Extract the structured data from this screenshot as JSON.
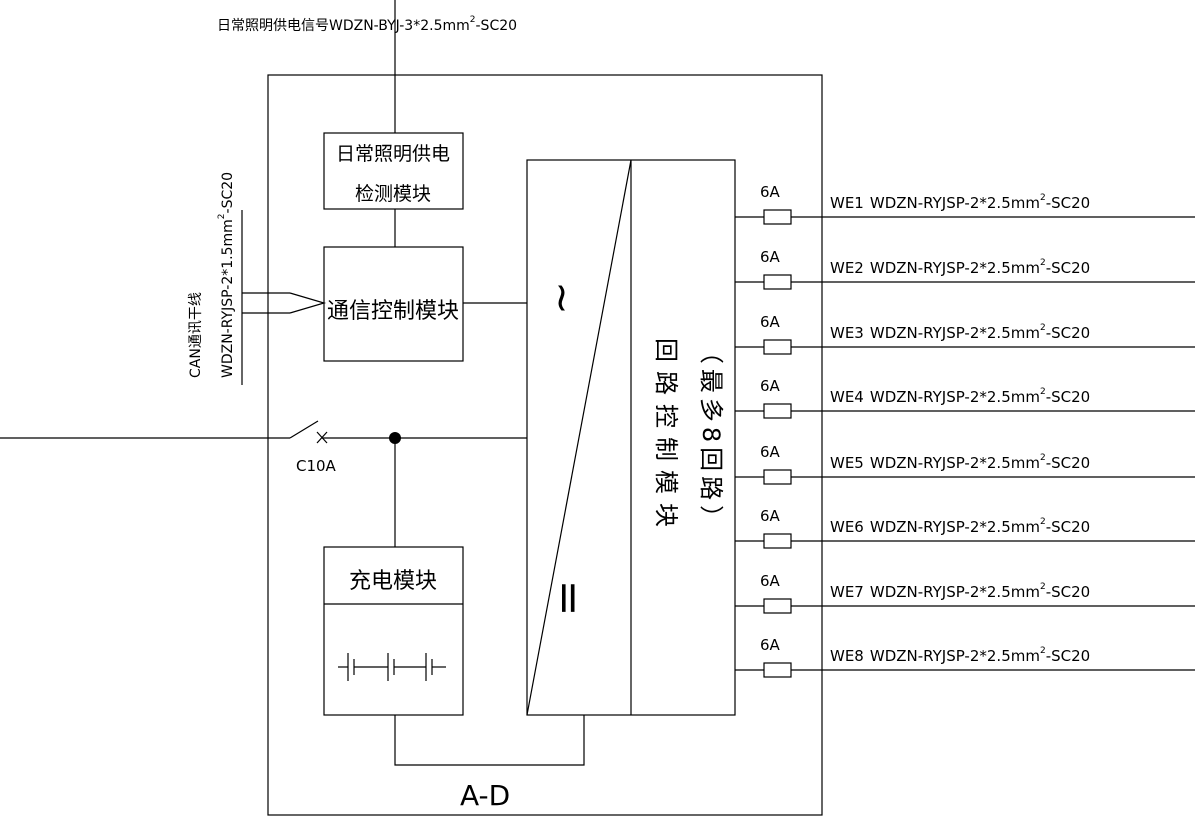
{
  "panel": {
    "label": "A-D"
  },
  "incoming": {
    "signal_label": "日常照明供电信号WDZN-BYJ-3*2.5mm",
    "signal_sup": "2",
    "signal_suffix": "-SC20",
    "can_label": "CAN通讯干线",
    "can_cable": "WDZN-RYJSP-2*1.5mm",
    "can_sup": "2",
    "can_suffix": "-SC20",
    "breaker_label": "C10A"
  },
  "modules": {
    "detect_line1": "日常照明供电",
    "detect_line2": "检测模块",
    "comm": "通信控制模块",
    "charge": "充电模块",
    "loop_control": "回路控制模块",
    "loop_note": "（最多8回路）",
    "inverter_ac": "~",
    "inverter_dc": "="
  },
  "circuits": [
    {
      "fuse": "6A",
      "id": "WE1",
      "cable": "WDZN-RYJSP-2*2.5mm",
      "sup": "2",
      "suffix": "-SC20"
    },
    {
      "fuse": "6A",
      "id": "WE2",
      "cable": "WDZN-RYJSP-2*2.5mm",
      "sup": "2",
      "suffix": "-SC20"
    },
    {
      "fuse": "6A",
      "id": "WE3",
      "cable": "WDZN-RYJSP-2*2.5mm",
      "sup": "2",
      "suffix": "-SC20"
    },
    {
      "fuse": "6A",
      "id": "WE4",
      "cable": "WDZN-RYJSP-2*2.5mm",
      "sup": "2",
      "suffix": "-SC20"
    },
    {
      "fuse": "6A",
      "id": "WE5",
      "cable": "WDZN-RYJSP-2*2.5mm",
      "sup": "2",
      "suffix": "-SC20"
    },
    {
      "fuse": "6A",
      "id": "WE6",
      "cable": "WDZN-RYJSP-2*2.5mm",
      "sup": "2",
      "suffix": "-SC20"
    },
    {
      "fuse": "6A",
      "id": "WE7",
      "cable": "WDZN-RYJSP-2*2.5mm",
      "sup": "2",
      "suffix": "-SC20"
    },
    {
      "fuse": "6A",
      "id": "WE8",
      "cable": "WDZN-RYJSP-2*2.5mm",
      "sup": "2",
      "suffix": "-SC20"
    }
  ]
}
